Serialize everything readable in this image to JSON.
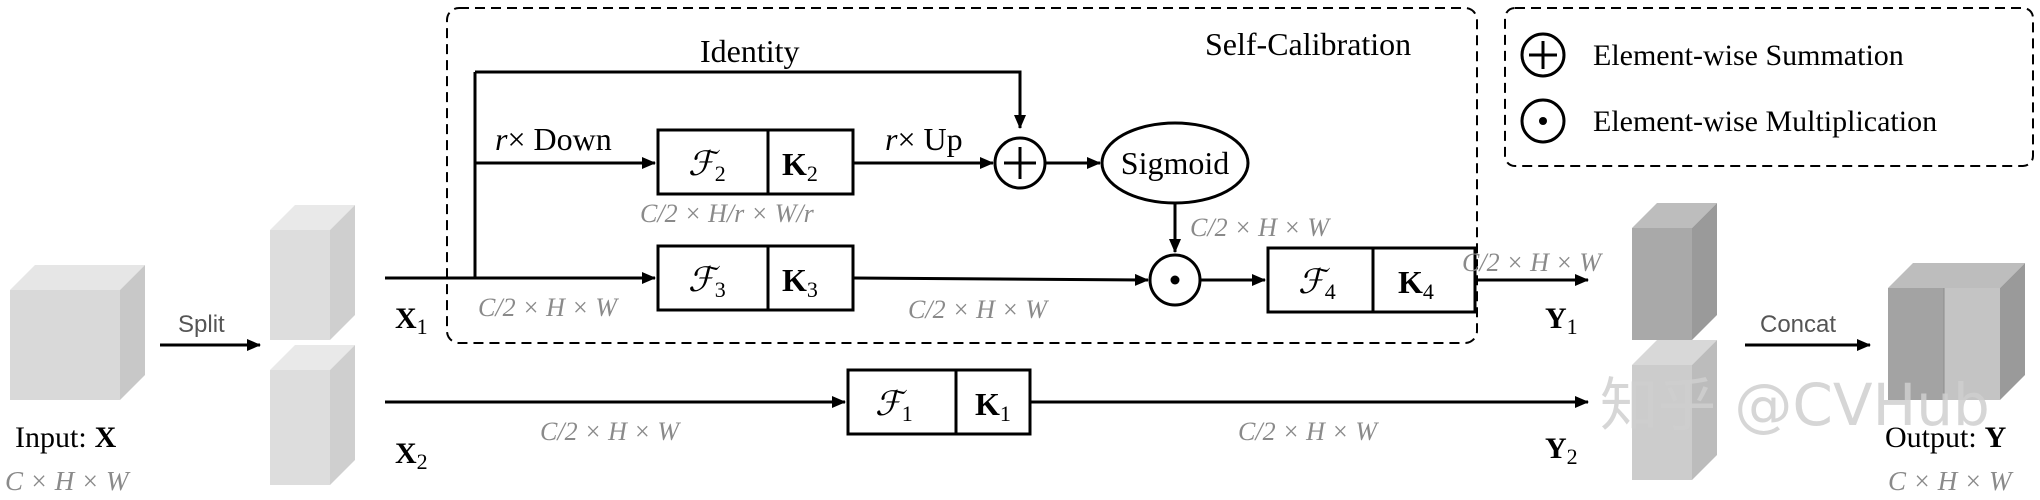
{
  "input": {
    "label": "Input:",
    "var": "X",
    "shape": "C × H × W"
  },
  "split_label": "Split",
  "concat_label": "Concat",
  "output": {
    "label": "Output:",
    "var": "Y",
    "shape": "C × H × W"
  },
  "x1": {
    "var": "X",
    "sub": "1"
  },
  "x2": {
    "var": "X",
    "sub": "2"
  },
  "y1": {
    "var": "Y",
    "sub": "1"
  },
  "y2": {
    "var": "Y",
    "sub": "2"
  },
  "self_calibration": "Self-Calibration",
  "identity": "Identity",
  "down": {
    "r": "r",
    "text": "× Down"
  },
  "up": {
    "r": "r",
    "text": "× Up"
  },
  "sigmoid": "Sigmoid",
  "f2": {
    "f": "ℱ",
    "fsub": "2",
    "k": "K",
    "ksub": "2"
  },
  "f3": {
    "f": "ℱ",
    "fsub": "3",
    "k": "K",
    "ksub": "3"
  },
  "f4": {
    "f": "ℱ",
    "fsub": "4",
    "k": "K",
    "ksub": "4"
  },
  "f1": {
    "f": "ℱ",
    "fsub": "1",
    "k": "K",
    "ksub": "1"
  },
  "dims": {
    "down_branch": "C/2 × H/r × W/r",
    "full": "C/2 × H × W"
  },
  "legend": {
    "sum": "Element-wise Summation",
    "mul": "Element-wise Multiplication"
  },
  "watermark": "知乎 @CVHub"
}
